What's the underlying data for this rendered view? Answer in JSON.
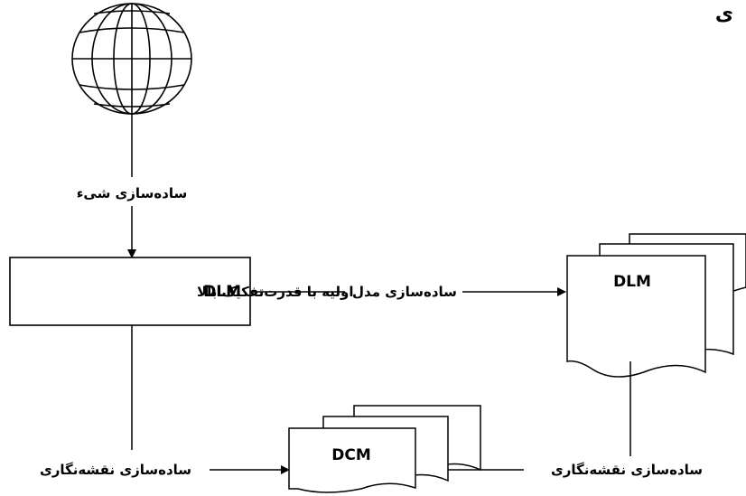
{
  "title_fragment": "ی",
  "labels": {
    "object_generalization": "ساده‌سازی شیء",
    "model_generalization": "ساده‌سازی مدل",
    "cartographic_generalization_left": "ساده‌سازی نقشه‌نگاری",
    "cartographic_generalization_right": "ساده‌سازی نقشه‌نگاری"
  },
  "boxes": {
    "primary_dlm_prefix": "DLM",
    "primary_dlm_text": "اولیه با قدرت‌تفکیک بالا"
  },
  "documents": {
    "dlm": "DLM",
    "dcm": "DCM"
  },
  "icons": {
    "world": "globe-icon"
  },
  "colors": {
    "stroke": "#000000",
    "fill": "#ffffff"
  }
}
